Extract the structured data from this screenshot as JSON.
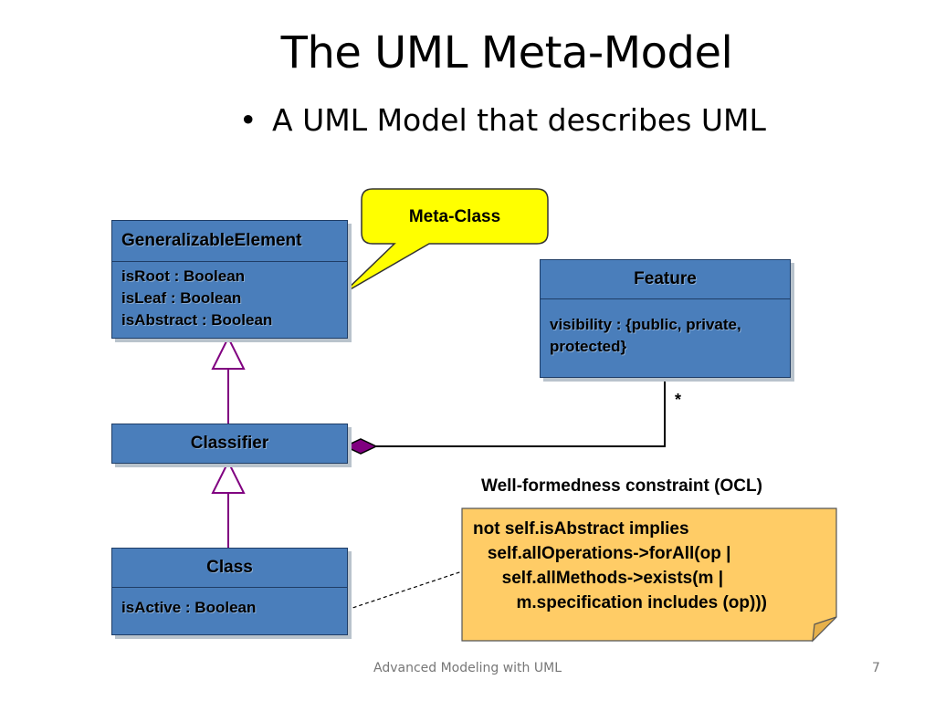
{
  "slide": {
    "title": "The UML Meta-Model",
    "bullet": "A UML Model that describes UML",
    "footer": "Advanced Modeling with UML",
    "page_number": "7"
  },
  "diagram": {
    "callout": "Meta-Class",
    "generalizable_element": {
      "name": "GeneralizableElement",
      "attributes": [
        "isRoot : Boolean",
        "isLeaf : Boolean",
        "isAbstract : Boolean"
      ]
    },
    "classifier": {
      "name": "Classifier"
    },
    "class": {
      "name": "Class",
      "attributes": [
        "isActive : Boolean"
      ]
    },
    "feature": {
      "name": "Feature",
      "attributes": [
        "visibility : {public, private,",
        "protected}"
      ]
    },
    "multiplicity": "*",
    "constraint_heading": "Well-formedness constraint (OCL)",
    "ocl_lines": [
      "not self.isAbstract implies",
      "   self.allOperations->forAll(op |",
      "      self.allMethods->exists(m |",
      "         m.specification includes (op)))"
    ],
    "colors": {
      "class_fill": "#4a7ebb",
      "callout_fill": "#ffff00",
      "note_fill": "#ffcc66",
      "generalization_line": "#800080",
      "composition_diamond": "#800080"
    }
  }
}
